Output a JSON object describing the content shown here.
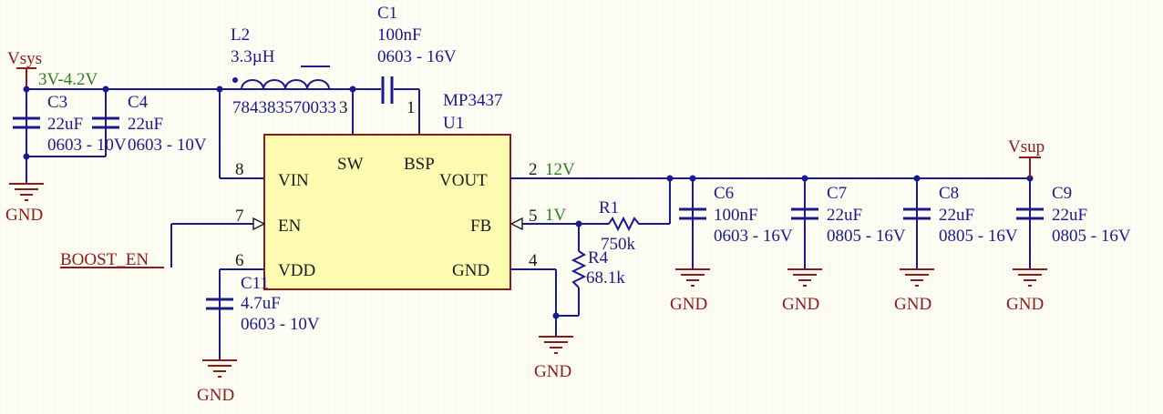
{
  "u1": {
    "part": "MP3437",
    "ref": "U1",
    "pins": {
      "vin": {
        "name": "VIN",
        "num": "8"
      },
      "en": {
        "name": "EN",
        "num": "7"
      },
      "vdd": {
        "name": "VDD",
        "num": "6"
      },
      "sw": {
        "name": "SW",
        "num": "3"
      },
      "bsp": {
        "name": "BSP",
        "num": "1"
      },
      "vout": {
        "name": "VOUT",
        "num": "2"
      },
      "fb": {
        "name": "FB",
        "num": "5"
      },
      "gnd": {
        "name": "GND",
        "num": "4"
      }
    }
  },
  "l2": {
    "ref": "L2",
    "value": "3.3µH",
    "part": "784383570033"
  },
  "c1": {
    "ref": "C1",
    "value": "100nF",
    "pkg": "0603 - 16V"
  },
  "c3": {
    "ref": "C3",
    "value": "22uF",
    "pkg": "0603 - 10V"
  },
  "c4": {
    "ref": "C4",
    "value": "22uF",
    "pkg": "0603 - 10V"
  },
  "c6": {
    "ref": "C6",
    "value": "100nF",
    "pkg": "0603 - 16V"
  },
  "c7": {
    "ref": "C7",
    "value": "22uF",
    "pkg": "0805 - 16V"
  },
  "c8": {
    "ref": "C8",
    "value": "22uF",
    "pkg": "0805 - 16V"
  },
  "c9": {
    "ref": "C9",
    "value": "22uF",
    "pkg": "0805 - 16V"
  },
  "c11": {
    "ref": "C11",
    "value": "4.7uF",
    "pkg": "0603 - 10V"
  },
  "r1": {
    "ref": "R1",
    "value": "750k"
  },
  "r4": {
    "ref": "R4",
    "value": "68.1k"
  },
  "nets": {
    "vsys": "Vsys",
    "vsys_range": "3V-4.2V",
    "vsup": "Vsup",
    "vout_net": "12V",
    "fb_net": "1V",
    "gnd": "GND",
    "boost_en": "BOOST_EN"
  }
}
